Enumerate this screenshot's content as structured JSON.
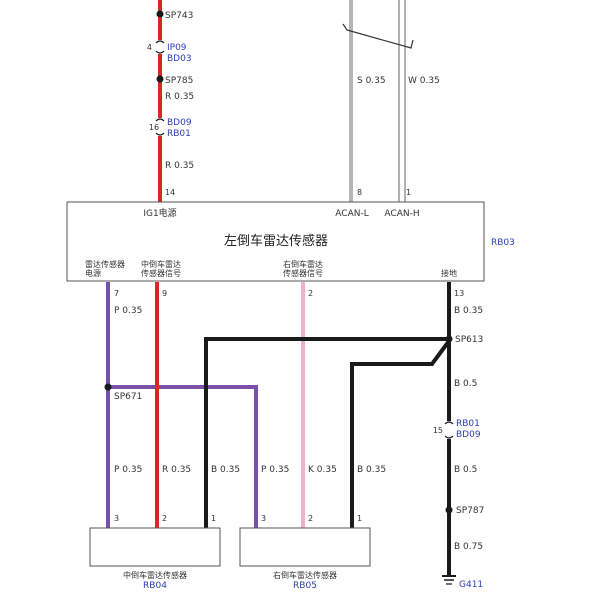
{
  "colors": {
    "red": "#d42a26",
    "purple": "#7a4fa8",
    "pink": "#efb1cf",
    "black": "#1a1a1a",
    "gray": "#b4b4b4",
    "white_wire": "#ffffff",
    "connector_blue": "#2b3bb8",
    "box_border": "#555555"
  },
  "top": {
    "splice_sp743": "SP743",
    "connector_ip09_pin": "4",
    "connector_ip09": "IP09",
    "connector_bd03": "BD03",
    "splice_sp785": "SP785",
    "wire_r035_a": "R 0.35",
    "connector_bd09_pin": "16",
    "connector_bd09": "BD09",
    "connector_rb01": "RB01",
    "wire_r035_b": "R 0.35",
    "pin_14": "14",
    "wire_s035": "S 0.35",
    "wire_w035": "W 0.35",
    "pin_8": "8",
    "pin_1": "1"
  },
  "module": {
    "title": "左倒车雷达传感器",
    "code": "RB03",
    "ig1_label": "IG1电源",
    "acan_l_label": "ACAN-L",
    "acan_h_label": "ACAN-H",
    "radar_power_line1": "雷达传感器",
    "radar_power_line2": "电源",
    "mid_signal_line1": "中倒车雷达",
    "mid_signal_line2": "传感器信号",
    "right_signal_line1": "右倒车雷达",
    "right_signal_line2": "传感器信号",
    "ground_label": "接地"
  },
  "lower": {
    "pin_7": "7",
    "pin_9": "9",
    "pin_2": "2",
    "pin_13": "13",
    "wire_p035_a": "P 0.35",
    "wire_b035_a": "B 0.35",
    "splice_sp613": "SP613",
    "splice_sp671": "SP671",
    "wire_b05_a": "B 0.5",
    "connector_rb01_pin": "15",
    "connector_rb01": "RB01",
    "connector_bd09": "BD09",
    "wire_p035_b": "P 0.35",
    "wire_r035_c": "R 0.35",
    "wire_b035_b": "B 0.35",
    "wire_p035_c": "P 0.35",
    "wire_k035": "K 0.35",
    "wire_b035_c": "B 0.35",
    "wire_b05_b": "B 0.5",
    "splice_sp787": "SP787",
    "wire_b075": "B 0.75",
    "ground_g411": "G411",
    "mid_pin_3": "3",
    "mid_pin_2": "2",
    "mid_pin_1": "1",
    "right_pin_3": "3",
    "right_pin_2": "2",
    "right_pin_1": "1"
  },
  "sensors": {
    "mid_name": "中倒车雷达传感器",
    "mid_code": "RB04",
    "right_name": "右倒车雷达传感器",
    "right_code": "RB05"
  }
}
